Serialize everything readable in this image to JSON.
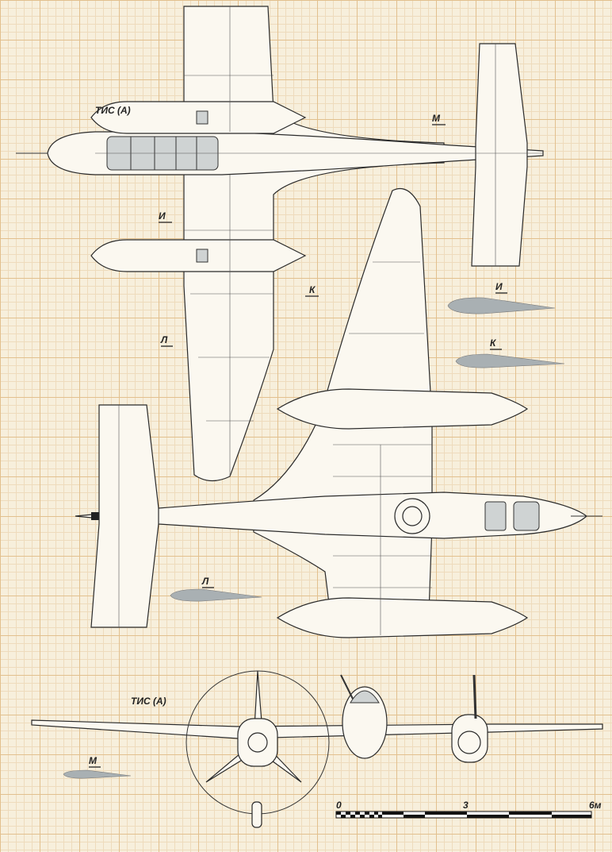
{
  "title_top": "ТИС (А)",
  "title_front": "ТИС (А)",
  "section_labels": {
    "m_top": "М",
    "i_top": "И",
    "k_top": "К",
    "l_top": "Л",
    "i_profile": "И",
    "k_profile": "К",
    "l_profile": "Л",
    "m_profile": "М"
  },
  "scale": {
    "start": "0",
    "mid": "3",
    "end": "6м"
  },
  "colors": {
    "background": "#f7efdc",
    "profile": "#a9b0b3"
  }
}
